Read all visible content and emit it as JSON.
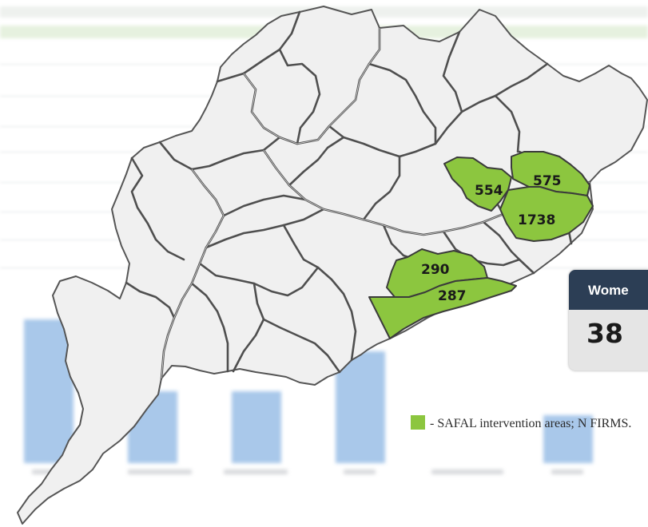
{
  "map": {
    "safal_colour": "#8cc63f",
    "district_values": [
      "554",
      "575",
      "1738",
      "290",
      "287"
    ]
  },
  "women_card": {
    "title": "Wome",
    "value": "38"
  },
  "legend": {
    "text": "- SAFAL intervention areas; N FIRMS."
  }
}
